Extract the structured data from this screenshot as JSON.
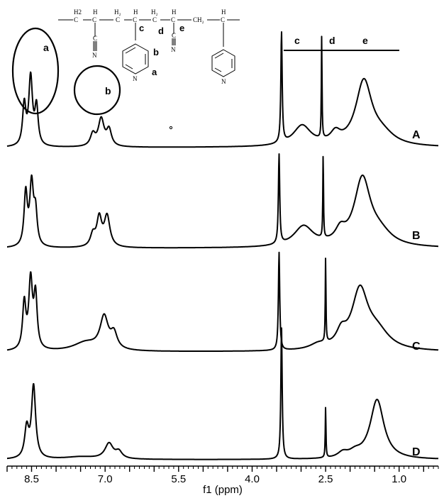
{
  "chart_data": {
    "type": "line",
    "xlabel": "f1 (ppm)",
    "x_reversed": true,
    "xlim": [
      9.0,
      0.2
    ],
    "x_ticks": [
      "8.5",
      "7.0",
      "5.5",
      "4.0",
      "2.5",
      "1.0"
    ],
    "x_tick_values": [
      8.5,
      7.0,
      5.5,
      4.0,
      2.5,
      1.0
    ],
    "colors": {
      "trace": "#000000"
    },
    "series": [
      {
        "name": "A",
        "peaks": [
          {
            "x": 8.65,
            "h": 0.48,
            "w": 0.04
          },
          {
            "x": 8.52,
            "h": 0.8,
            "w": 0.045
          },
          {
            "x": 8.4,
            "h": 0.45,
            "w": 0.04
          },
          {
            "x": 7.25,
            "h": 0.14,
            "w": 0.06
          },
          {
            "x": 7.08,
            "h": 0.32,
            "w": 0.07
          },
          {
            "x": 6.92,
            "h": 0.19,
            "w": 0.06
          },
          {
            "x": 3.4,
            "h": 1.3,
            "w": 0.016
          },
          {
            "x": 2.98,
            "h": 0.24,
            "w": 0.22
          },
          {
            "x": 2.58,
            "h": 1.2,
            "w": 0.008
          },
          {
            "x": 2.3,
            "h": 0.12,
            "w": 0.12
          },
          {
            "x": 1.72,
            "h": 0.75,
            "w": 0.2
          },
          {
            "x": 1.35,
            "h": 0.12,
            "w": 0.3
          }
        ]
      },
      {
        "name": "B",
        "peaks": [
          {
            "x": 8.62,
            "h": 0.62,
            "w": 0.04
          },
          {
            "x": 8.5,
            "h": 0.72,
            "w": 0.045
          },
          {
            "x": 8.42,
            "h": 0.38,
            "w": 0.04
          },
          {
            "x": 7.25,
            "h": 0.14,
            "w": 0.06
          },
          {
            "x": 7.12,
            "h": 0.33,
            "w": 0.06
          },
          {
            "x": 6.96,
            "h": 0.36,
            "w": 0.07
          },
          {
            "x": 3.45,
            "h": 1.05,
            "w": 0.016
          },
          {
            "x": 2.95,
            "h": 0.24,
            "w": 0.24
          },
          {
            "x": 2.55,
            "h": 1.0,
            "w": 0.008
          },
          {
            "x": 2.2,
            "h": 0.14,
            "w": 0.12
          },
          {
            "x": 1.75,
            "h": 0.78,
            "w": 0.2
          },
          {
            "x": 1.4,
            "h": 0.14,
            "w": 0.3
          }
        ]
      },
      {
        "name": "C",
        "peaks": [
          {
            "x": 8.65,
            "h": 0.54,
            "w": 0.04
          },
          {
            "x": 8.52,
            "h": 0.8,
            "w": 0.045
          },
          {
            "x": 8.42,
            "h": 0.62,
            "w": 0.04
          },
          {
            "x": 7.4,
            "h": 0.1,
            "w": 0.3
          },
          {
            "x": 7.02,
            "h": 0.38,
            "w": 0.1
          },
          {
            "x": 6.82,
            "h": 0.18,
            "w": 0.08
          },
          {
            "x": 3.45,
            "h": 1.15,
            "w": 0.016
          },
          {
            "x": 2.65,
            "h": 0.06,
            "w": 0.2
          },
          {
            "x": 2.5,
            "h": 1.0,
            "w": 0.008
          },
          {
            "x": 2.18,
            "h": 0.16,
            "w": 0.12
          },
          {
            "x": 1.8,
            "h": 0.68,
            "w": 0.2
          },
          {
            "x": 1.45,
            "h": 0.2,
            "w": 0.3
          }
        ]
      },
      {
        "name": "D",
        "peaks": [
          {
            "x": 8.6,
            "h": 0.35,
            "w": 0.05
          },
          {
            "x": 8.46,
            "h": 0.85,
            "w": 0.05
          },
          {
            "x": 7.5,
            "h": 0.03,
            "w": 0.4
          },
          {
            "x": 6.92,
            "h": 0.18,
            "w": 0.1
          },
          {
            "x": 6.72,
            "h": 0.08,
            "w": 0.08
          },
          {
            "x": 3.4,
            "h": 1.55,
            "w": 0.016
          },
          {
            "x": 2.5,
            "h": 0.6,
            "w": 0.008
          },
          {
            "x": 2.15,
            "h": 0.06,
            "w": 0.12
          },
          {
            "x": 1.9,
            "h": 0.06,
            "w": 0.15
          },
          {
            "x": 1.45,
            "h": 0.7,
            "w": 0.17
          }
        ]
      }
    ],
    "annotations": {
      "circle_a_label": "a",
      "circle_b_label": "b",
      "region_labels": [
        "c",
        "d",
        "e"
      ]
    }
  },
  "structure": {
    "atoms": {
      "h2": "H2",
      "h_top_1": "H",
      "h2_sub_1": "H₂",
      "h_top_2": "H",
      "h2_sub_2": "H₂",
      "h_top_3": "H",
      "ch2": "CH₂",
      "h_top_4": "H",
      "c1": "C",
      "n1": "N",
      "c2": "C",
      "n2": "N",
      "n_ring1": "N",
      "n_ring2": "N"
    },
    "labels": {
      "c": "c",
      "d": "d",
      "e": "e",
      "b": "b",
      "a": "a"
    }
  }
}
